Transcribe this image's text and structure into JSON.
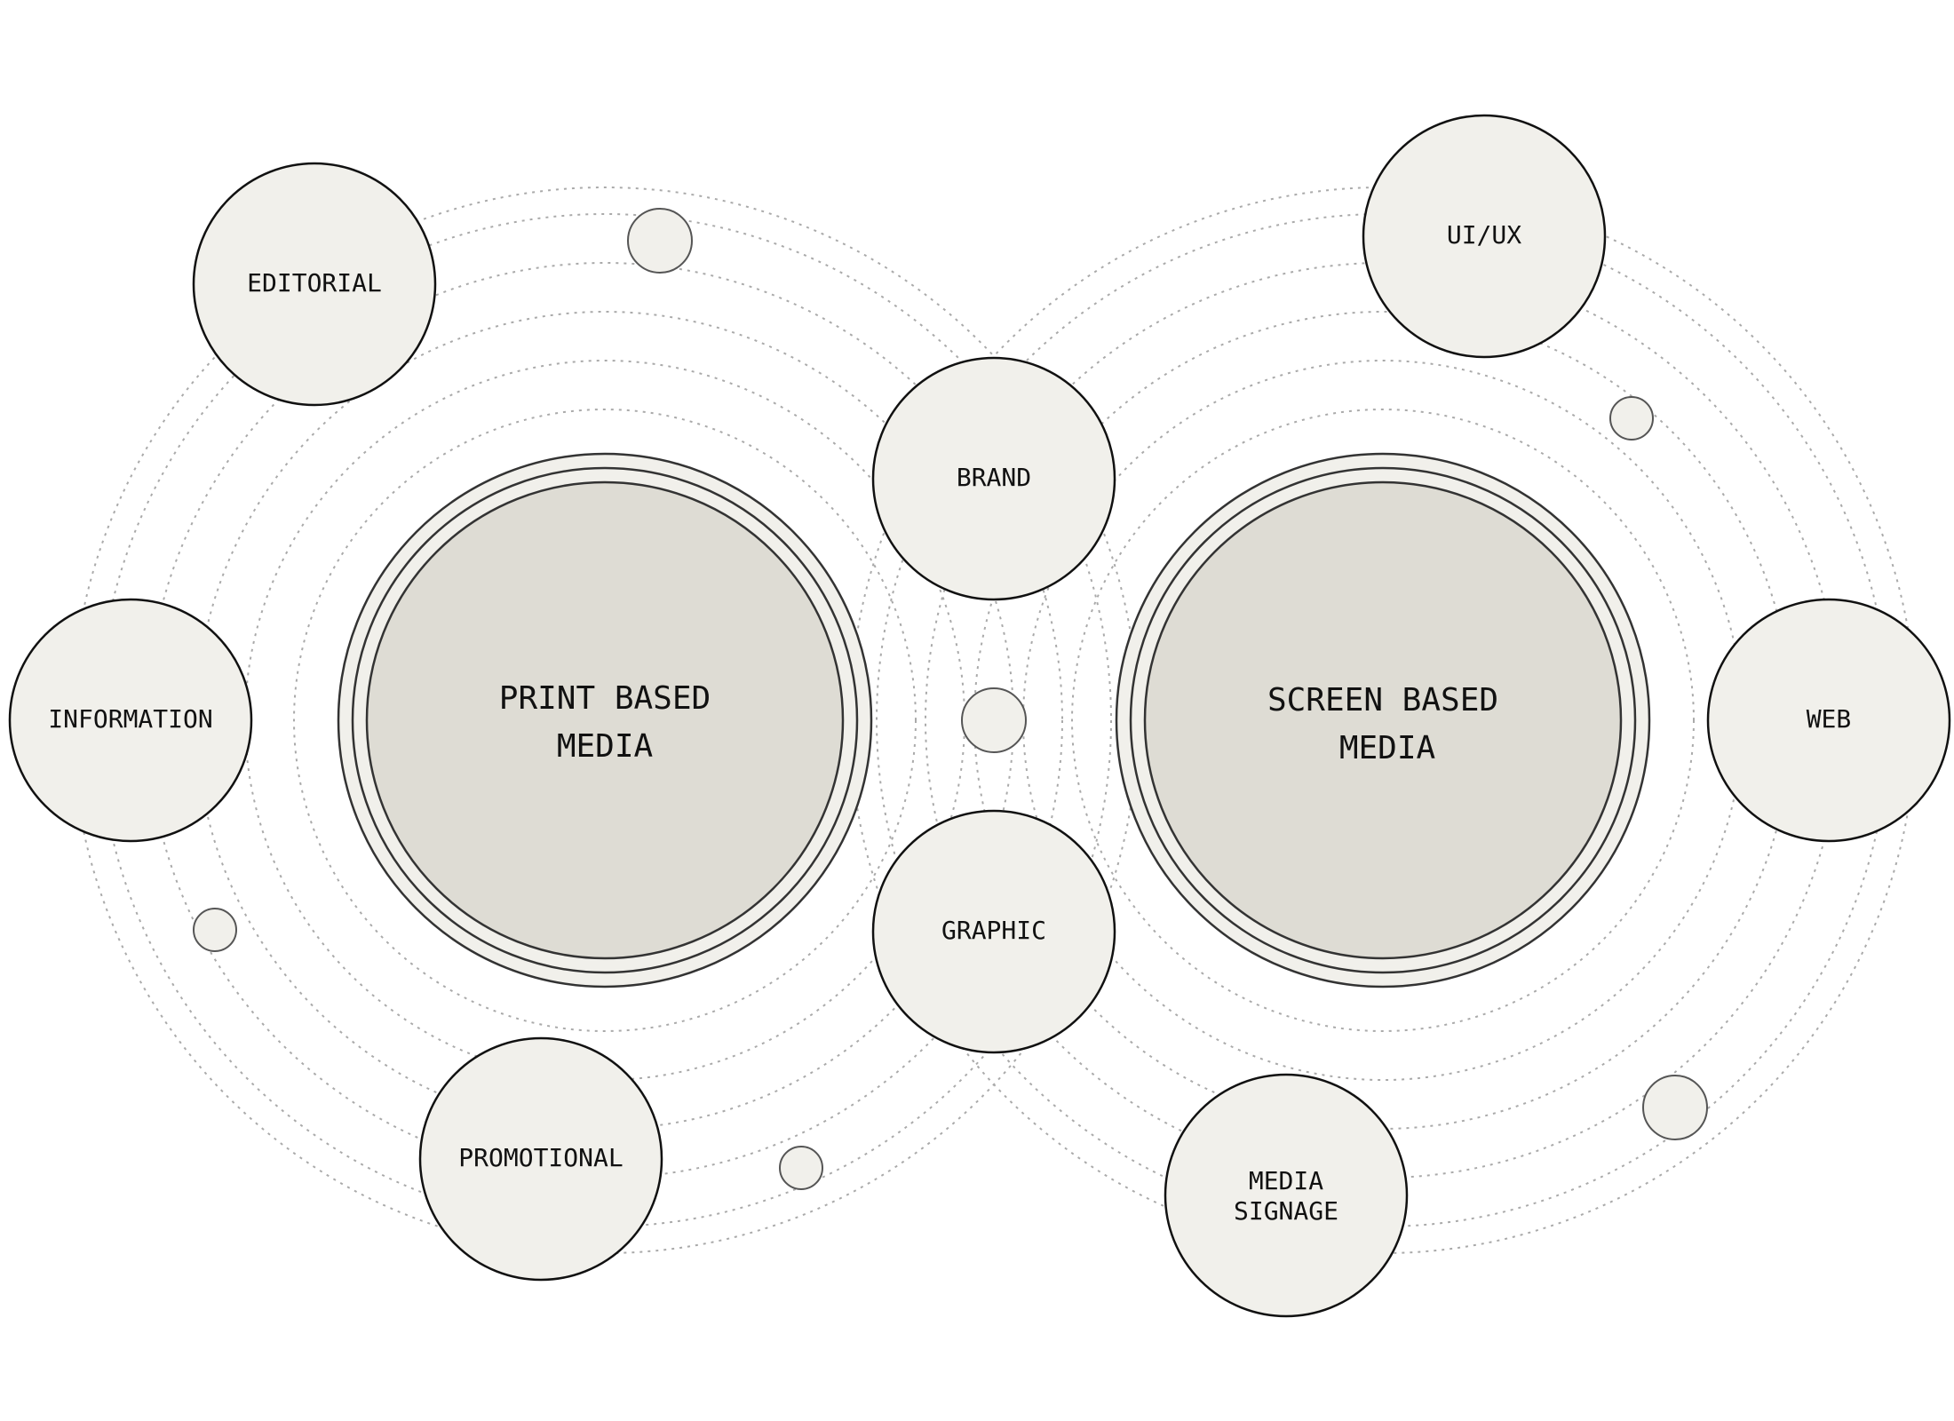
{
  "colors": {
    "background": "#ffffff",
    "node_fill": "#f1f0eb",
    "hub_fill": "#dedcd4",
    "node_stroke": "#111111",
    "small_node_stroke": "#555555",
    "orbit_stroke": "#aaaaaa"
  },
  "hubs": {
    "print": {
      "line1": "PRINT BASED",
      "line2": "MEDIA"
    },
    "screen": {
      "line1": "SCREEN BASED",
      "line2": "MEDIA"
    }
  },
  "nodes": {
    "editorial": "EDITORIAL",
    "information": "INFORMATION",
    "promotional": "PROMOTIONAL",
    "brand": "BRAND",
    "graphic": "GRAPHIC",
    "ui_ux": "UI/UX",
    "web": "WEB",
    "media_signage": {
      "line1": "MEDIA",
      "line2": "SIGNAGE"
    }
  }
}
